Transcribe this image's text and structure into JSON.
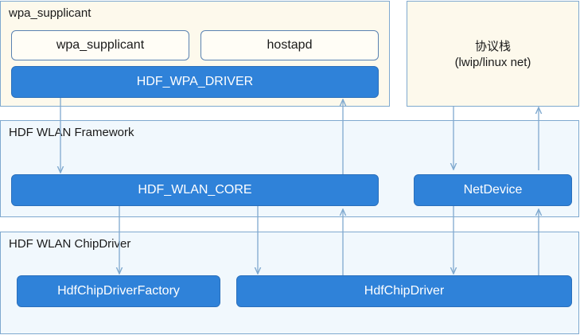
{
  "wpa_panel": {
    "title": "wpa_supplicant",
    "wpa_box": "wpa_supplicant",
    "hostapd_box": "hostapd",
    "driver_box": "HDF_WPA_DRIVER"
  },
  "stack_panel": {
    "line1": "协议栈",
    "line2": "(lwip/linux net)"
  },
  "framework_panel": {
    "title": "HDF WLAN Framework",
    "core_box": "HDF_WLAN_CORE",
    "netdevice_box": "NetDevice"
  },
  "chipdriver_panel": {
    "title": "HDF WLAN ChipDriver",
    "factory_box": "HdfChipDriverFactory",
    "chipdriver_box": "HdfChipDriver"
  },
  "colors": {
    "panel_border": "#7fa9cf",
    "panel_cream": "#fdf9ec",
    "panel_blue": "#f1f8fd",
    "box_solid": "#2f82d9",
    "arrow": "#7fa9cf"
  }
}
